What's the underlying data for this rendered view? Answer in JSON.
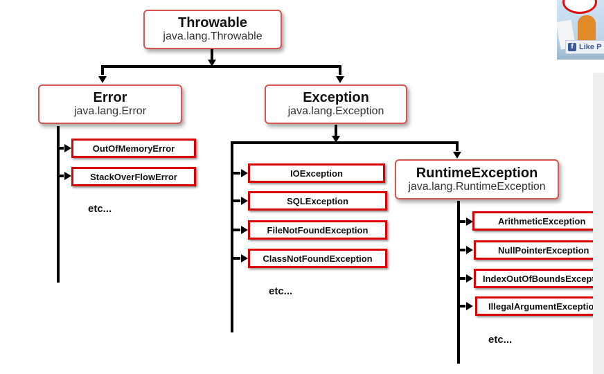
{
  "nodes": {
    "throwable": {
      "title": "Throwable",
      "subtitle": "java.lang.Throwable"
    },
    "error": {
      "title": "Error",
      "subtitle": "java.lang.Error"
    },
    "exception": {
      "title": "Exception",
      "subtitle": "java.lang.Exception"
    },
    "runtime": {
      "title": "RuntimeException",
      "subtitle": "java.lang.RuntimeException"
    }
  },
  "error_children": [
    "OutOfMemoryError",
    "StackOverFlowError"
  ],
  "exception_children": [
    "IOException",
    "SQLException",
    "FileNotFoundException",
    "ClassNotFoundException"
  ],
  "runtime_children": [
    "ArithmeticException",
    "NullPointerException",
    "IndexOutOfBoundsException",
    "IllegalArgumentException"
  ],
  "etc_label": "etc...",
  "sidebar": {
    "like_button": "Like P",
    "fb_glyph": "f"
  },
  "colors": {
    "box_border": "#dd0000",
    "big_border": "#d9534f",
    "line": "#000000"
  }
}
